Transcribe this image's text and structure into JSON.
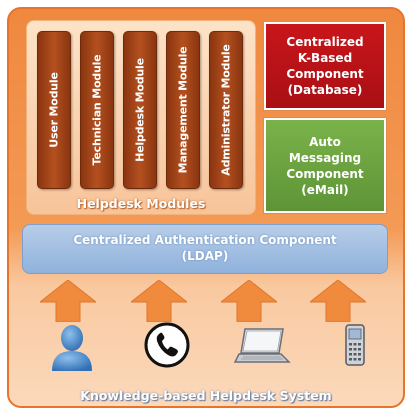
{
  "modules": [
    {
      "label": "User Module"
    },
    {
      "label": "Technician Module"
    },
    {
      "label": "Helpdesk Module"
    },
    {
      "label": "Management Module"
    },
    {
      "label": "Administrator Module"
    }
  ],
  "modules_caption": "Helpdesk Modules",
  "kbased_box": {
    "text": "Centralized\nK-Based\nComponent\n(Database)",
    "color": "#b51217"
  },
  "automsg_box": {
    "text": "Auto\nMessaging\nComponent\n(eMail)",
    "color": "#6ea340"
  },
  "auth_bar": {
    "line1": "Centralized Authentication Component",
    "line2": "(LDAP)",
    "color": "#a3c0e3"
  },
  "devices": [
    {
      "icon": "user-icon"
    },
    {
      "icon": "phone-icon"
    },
    {
      "icon": "laptop-icon"
    },
    {
      "icon": "mobile-phone-icon"
    }
  ],
  "system_caption": "Knowledge-based Helpdesk System",
  "colors": {
    "frame": "#f0883f",
    "arrow": "#f08a3c",
    "module": "#a4461a"
  }
}
